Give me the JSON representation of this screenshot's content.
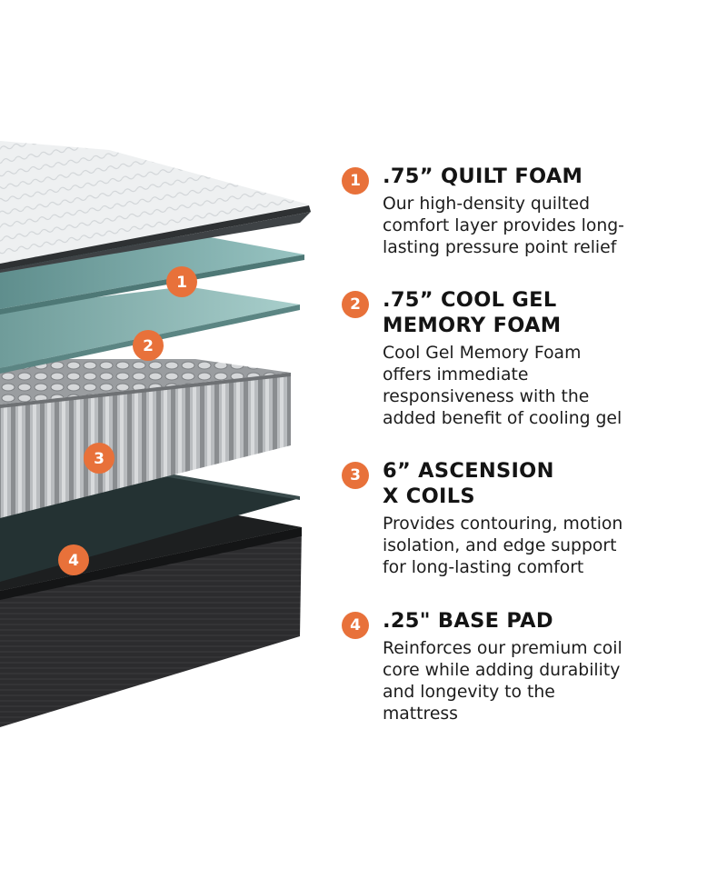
{
  "colors": {
    "accent": "#e8713a",
    "text": "#141414"
  },
  "image": {
    "subject": "mattress-layers-illustration",
    "layer_badges": [
      "1",
      "2",
      "3",
      "4"
    ]
  },
  "features": [
    {
      "number": "1",
      "title_lines": [
        ".75” QUILT FOAM"
      ],
      "desc_lines": [
        "Our high-density quilted",
        "comfort layer provides long-",
        "lasting pressure point relief"
      ]
    },
    {
      "number": "2",
      "title_lines": [
        ".75” COOL GEL",
        "MEMORY FOAM"
      ],
      "desc_lines": [
        "Cool Gel Memory Foam",
        "offers immediate",
        "responsiveness with the",
        "added benefit of cooling gel"
      ]
    },
    {
      "number": "3",
      "title_lines": [
        "6” ASCENSION",
        "X COILS"
      ],
      "desc_lines": [
        "Provides contouring, motion",
        "isolation, and edge support",
        "for long-lasting comfort"
      ]
    },
    {
      "number": "4",
      "title_lines": [
        ".25\" BASE PAD"
      ],
      "desc_lines": [
        "Reinforces our premium coil",
        "core while adding durability",
        "and longevity to the",
        "mattress"
      ]
    }
  ]
}
